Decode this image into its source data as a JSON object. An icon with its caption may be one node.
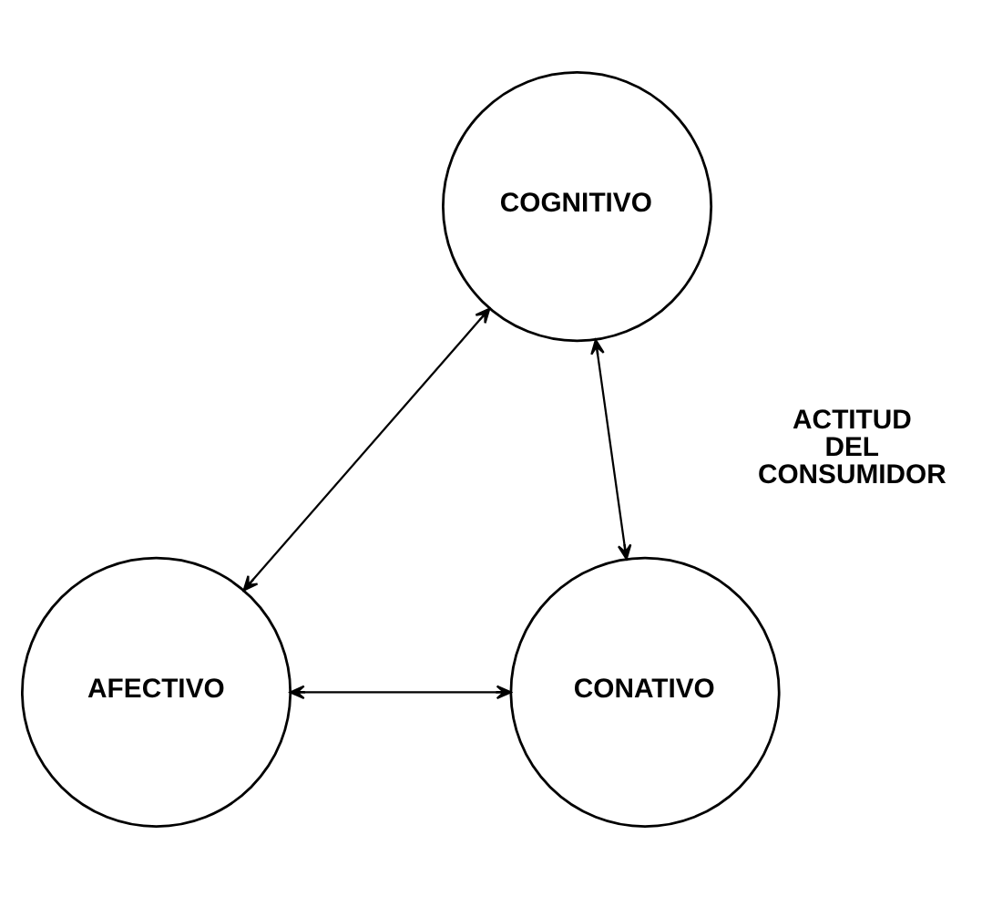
{
  "diagram": {
    "nodes": [
      {
        "text": [
          "COGNITIVO"
        ]
      },
      {
        "text": [
          "AFECTIVO"
        ]
      },
      {
        "text": [
          "CONATIVO"
        ]
      }
    ],
    "edges": [
      {
        "from": 0,
        "to": 1,
        "arrow": "both"
      },
      {
        "from": 0,
        "to": 2,
        "arrow": "both"
      },
      {
        "from": 1,
        "to": 2,
        "arrow": "both"
      }
    ],
    "labels": [
      "ACTITUD DEL CONSUMIDOR"
    ]
  }
}
